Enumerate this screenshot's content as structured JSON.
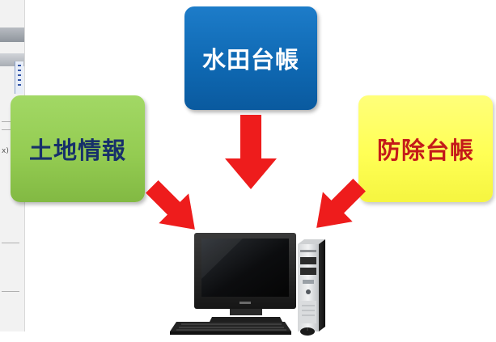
{
  "boxes": {
    "land_info": "土地情報",
    "paddy_ledger": "水田台帳",
    "flood_ledger": "防除台帳"
  },
  "colors": {
    "land_info_box": "#94cc52",
    "land_info_text": "#17306a",
    "paddy_ledger_box": "#0f69b3",
    "paddy_ledger_text": "#ffffff",
    "flood_ledger_box": "#ffff55",
    "flood_ledger_text": "#c41a1a",
    "arrow": "#ee1c1c"
  },
  "icons": {
    "computer": "desktop-computer-icon",
    "arrows": "arrow-icon"
  }
}
